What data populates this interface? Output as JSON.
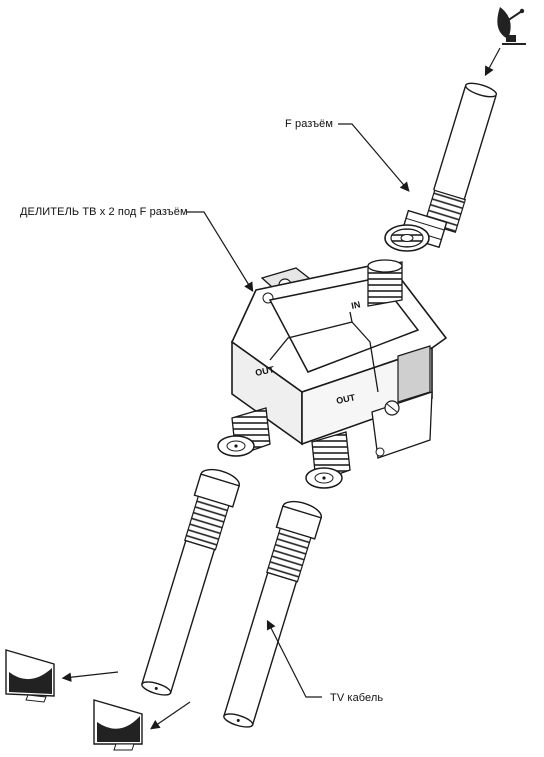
{
  "labels": {
    "f_connector": "F разъём",
    "splitter": "ДЕЛИТЕЛЬ ТВ х 2 под F разъём",
    "tv_cable": "TV кабель"
  },
  "ports": {
    "in": "IN",
    "out_left": "OUT",
    "out_right": "OUT"
  },
  "icons": {
    "satellite": "satellite-dish-icon",
    "tv_left": "tv-monitor-icon",
    "tv_right": "tv-monitor-icon"
  },
  "colors": {
    "line": "#1a1a1a",
    "body": "#ffffff",
    "shade": "#cfcfcf"
  }
}
